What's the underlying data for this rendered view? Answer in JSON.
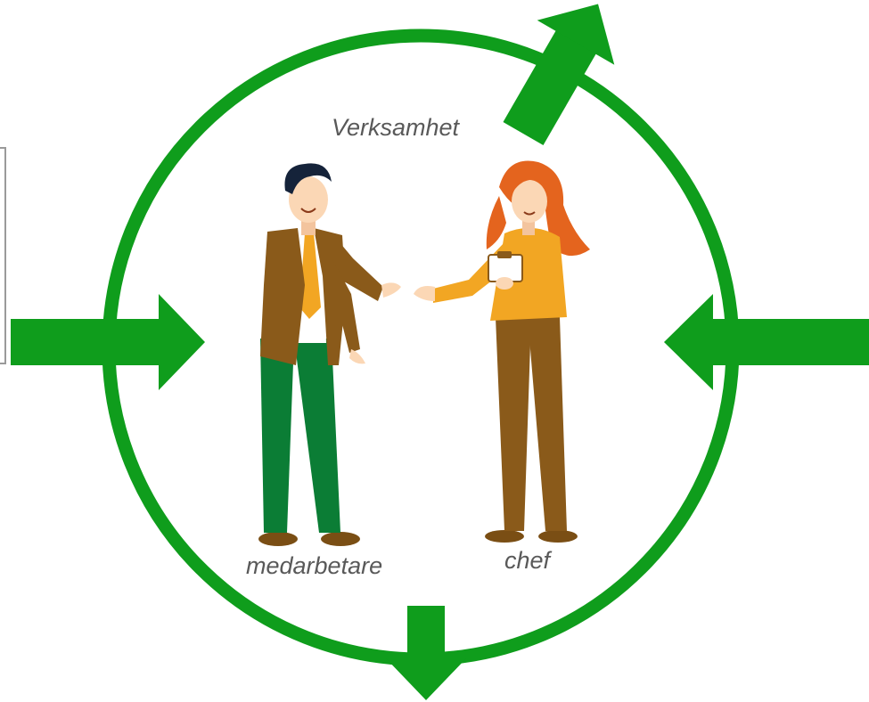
{
  "labels": {
    "organization": "Verksamhet",
    "employee": "medarbetare",
    "manager": "chef"
  },
  "colors": {
    "green": "#0f9d1c",
    "dark_green": "#0b7d35",
    "brown": "#8a5a1a",
    "mustard": "#f2a623",
    "skin": "#fbd7b5",
    "hair_dark": "#15233a",
    "hair_red": "#e4641e",
    "white": "#ffffff"
  },
  "icons": {
    "arrows": [
      "arrow-in-left-icon",
      "arrow-in-right-icon",
      "arrow-out-top-icon",
      "arrow-out-bottom-icon"
    ],
    "figures": [
      "man-employee-figure",
      "woman-manager-figure"
    ]
  }
}
